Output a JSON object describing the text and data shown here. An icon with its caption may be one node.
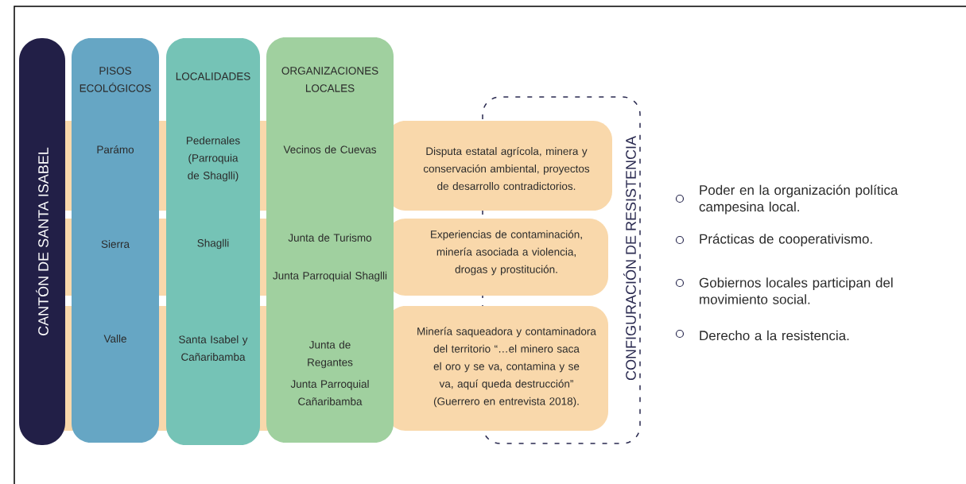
{
  "diagram": {
    "nodes": [
      {
        "text": [
          "CANTÓN DE SANTA ISABEL"
        ]
      },
      {
        "text": [
          "PISOS ECOLÓGICOS",
          "Parámo",
          "Sierra",
          "Valle"
        ]
      },
      {
        "text": [
          "LOCALIDADES",
          "Pedernales (Parroquia de Shaglli)",
          "Shaglli",
          "Santa Isabel y Cañaribamba"
        ]
      },
      {
        "text": [
          "ORGANIZACIONES LOCALES",
          "Vecinos de Cuevas",
          "Junta de Turismo",
          "Junta Parroquial Shaglli",
          "Junta de Regantes",
          "Junta Parroquial Cañaribamba"
        ]
      },
      {
        "text": [
          "Disputa estatal agrícola, minera y conservación ambiental, proyectos de desarrollo contradictorios."
        ]
      },
      {
        "text": [
          "Experiencias de contaminación, minería asociada a violencia, drogas y prostitución."
        ]
      },
      {
        "text": [
          "Minería saqueadora y contaminadora del territorio “…el minero saca el oro y se va, contamina y se va, aquí queda destrucción” (Guerrero en entrevista 2018)."
        ]
      }
    ],
    "labels": [
      "CONFIGURACIÓN DE RESISTENCIA",
      "Poder en la organización política campesina local.",
      "Prácticas de cooperativismo.",
      "Gobiernos locales participan del movimiento social.",
      "Derecho a la resistencia."
    ]
  }
}
